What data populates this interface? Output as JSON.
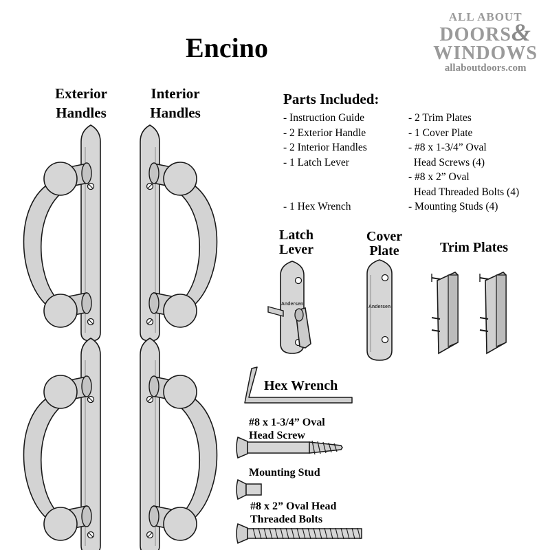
{
  "title": "Encino",
  "brand": {
    "line1": "ALL ABOUT",
    "line2": "DOORS",
    "ampersand": "&",
    "line3": "WINDOWS",
    "url": "allaboutdoors.com"
  },
  "columns": {
    "exterior": [
      "Exterior",
      "Handles"
    ],
    "interior": [
      "Interior",
      "Handles"
    ]
  },
  "parts": {
    "heading": "Parts Included:",
    "left": [
      "- Instruction Guide",
      "- 2 Exterior Handle",
      "- 2 Interior Handles",
      "- 1 Latch Lever",
      "",
      "",
      "- 1 Hex Wrench"
    ],
    "right": [
      "- 2 Trim Plates",
      "- 1 Cover Plate",
      "- #8 x 1-3/4” Oval",
      "  Head Screws (4)",
      "- #8 x 2” Oval",
      "  Head Threaded Bolts (4)",
      "- Mounting Studs (4)"
    ]
  },
  "labels": {
    "latch_lever": [
      "Latch",
      "Lever"
    ],
    "cover_plate": [
      "Cover",
      "Plate"
    ],
    "trim_plates": "Trim Plates",
    "hex_wrench": "Hex Wrench",
    "oval_screw": [
      "#8 x 1-3/4” Oval",
      "Head Screw"
    ],
    "mounting_stud": "Mounting Stud",
    "threaded_bolts": [
      "#8 x 2” Oval Head",
      "Threaded Bolts"
    ],
    "engraved": "Andersen"
  },
  "colors": {
    "metal": "#d6d6d6",
    "metal_dark": "#bdbdbd",
    "outline": "#1a1a1a",
    "brand": "#9a9a9a"
  }
}
